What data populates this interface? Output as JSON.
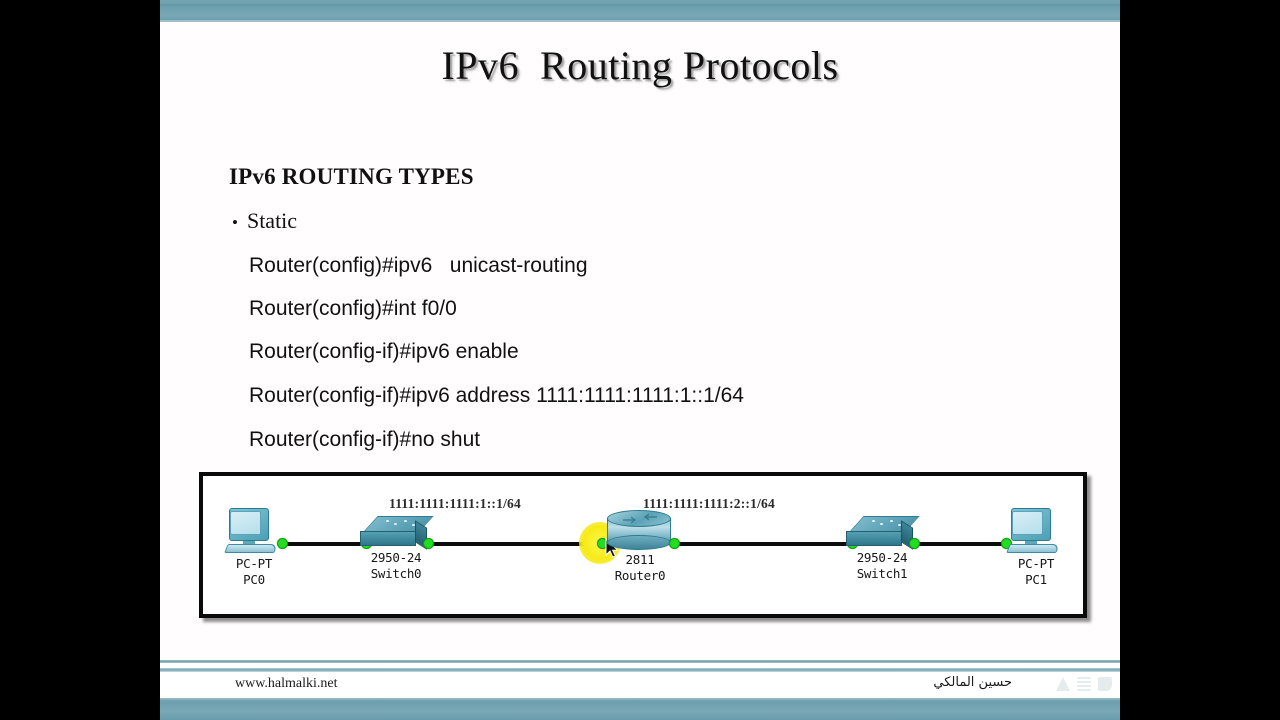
{
  "slide": {
    "title": "IPv6  Routing Protocols",
    "section_heading": "IPv6 ROUTING TYPES",
    "bullet_marker": "•",
    "bullet_text": "Static",
    "commands": [
      "Router(config)#ipv6   unicast-routing",
      "Router(config)#int f0/0",
      "Router(config-if)#ipv6 enable",
      "Router(config-if)#ipv6 address 1111:1111:1111:1::1/64",
      "Router(config-if)#no shut"
    ]
  },
  "diagram": {
    "link_labels": [
      "1111:1111:1111:1::1/64",
      "1111:1111:1111:2::1/64"
    ],
    "nodes": [
      {
        "model": "PC-PT",
        "name": "PC0",
        "kind": "pc"
      },
      {
        "model": "2950-24",
        "name": "Switch0",
        "kind": "switch"
      },
      {
        "model": "2811",
        "name": "Router0",
        "kind": "router"
      },
      {
        "model": "2950-24",
        "name": "Switch1",
        "kind": "switch"
      },
      {
        "model": "PC-PT",
        "name": "PC1",
        "kind": "pc"
      }
    ]
  },
  "footer": {
    "site": "www.halmalki.net",
    "author": "حسين المالكي"
  },
  "colors": {
    "band": "#6d9fae",
    "link_dot": "#22dd22",
    "highlight": "#f6ea18",
    "device": "#4e9fb4",
    "letterbox": "#000000"
  }
}
